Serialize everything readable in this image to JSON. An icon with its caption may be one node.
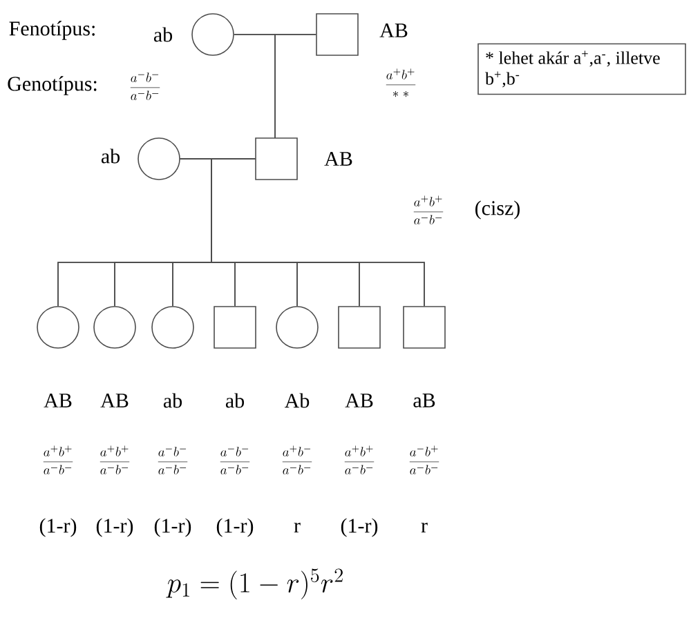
{
  "diagram": {
    "nodes": [
      {
        "text": [],
        "shape": "circle",
        "beside": [
          "ab",
          "\\frac{a^{-}b^{-}}{a^{-}b^{-}}"
        ]
      },
      {
        "text": [],
        "shape": "box",
        "beside": [
          "AB",
          "\\frac{a^{+}b^{+}}{*\\;*}"
        ]
      },
      {
        "text": [],
        "shape": "circle",
        "beside": [
          "ab"
        ]
      },
      {
        "text": [],
        "shape": "box",
        "beside": [
          "AB",
          "\\frac{a^{+}b^{+}}{a^{-}b^{-}}",
          "(cisz)"
        ]
      },
      {
        "text": [],
        "shape": "circle",
        "beside": [
          "AB",
          "\\frac{a^{+}b^{+}}{a^{-}b^{-}}",
          "(1-r)"
        ]
      },
      {
        "text": [],
        "shape": "circle",
        "beside": [
          "AB",
          "\\frac{a^{+}b^{+}}{a^{-}b^{-}}",
          "(1-r)"
        ]
      },
      {
        "text": [],
        "shape": "circle",
        "beside": [
          "ab",
          "\\frac{a^{-}b^{-}}{a^{-}b^{-}}",
          "(1-r)"
        ]
      },
      {
        "text": [],
        "shape": "box",
        "beside": [
          "ab",
          "\\frac{a^{-}b^{-}}{a^{-}b^{-}}",
          "(1-r)"
        ]
      },
      {
        "text": [],
        "shape": "circle",
        "beside": [
          "Ab",
          "\\frac{a^{+}b^{-}}{a^{-}b^{-}}",
          "r"
        ]
      },
      {
        "text": [],
        "shape": "box",
        "beside": [
          "AB",
          "\\frac{a^{+}b^{+}}{a^{-}b^{-}}",
          "(1-r)"
        ]
      },
      {
        "text": [],
        "shape": "box",
        "beside": [
          "aB",
          "\\frac{a^{-}b^{+}}{a^{-}b^{-}}",
          "r"
        ]
      },
      {
        "text": [
          "* lehet akár a$^{+}$,a$^{-}$, illetve b$^{+}$,b$^{-}$"
        ]
      }
    ],
    "edges": [
      {
        "from": 0,
        "to": 1,
        "arrow": "none"
      },
      {
        "from": 0,
        "to": 3,
        "arrow": "none"
      },
      {
        "from": 1,
        "to": 3,
        "arrow": "none"
      },
      {
        "from": 2,
        "to": 3,
        "arrow": "none"
      },
      {
        "from": 2,
        "to": 4,
        "arrow": "none"
      },
      {
        "from": 2,
        "to": 5,
        "arrow": "none"
      },
      {
        "from": 2,
        "to": 6,
        "arrow": "none"
      },
      {
        "from": 2,
        "to": 7,
        "arrow": "none"
      },
      {
        "from": 2,
        "to": 8,
        "arrow": "none"
      },
      {
        "from": 2,
        "to": 9,
        "arrow": "none"
      },
      {
        "from": 2,
        "to": 10,
        "arrow": "none"
      },
      {
        "from": 3,
        "to": 4,
        "arrow": "none"
      },
      {
        "from": 3,
        "to": 5,
        "arrow": "none"
      },
      {
        "from": 3,
        "to": 6,
        "arrow": "none"
      },
      {
        "from": 3,
        "to": 7,
        "arrow": "none"
      },
      {
        "from": 3,
        "to": 8,
        "arrow": "none"
      },
      {
        "from": 3,
        "to": 9,
        "arrow": "none"
      },
      {
        "from": 3,
        "to": 10,
        "arrow": "none"
      }
    ],
    "labels": [
      "Fenotípus:",
      "Genotípus:",
      "p_1=(1-r)^5r^2"
    ]
  }
}
